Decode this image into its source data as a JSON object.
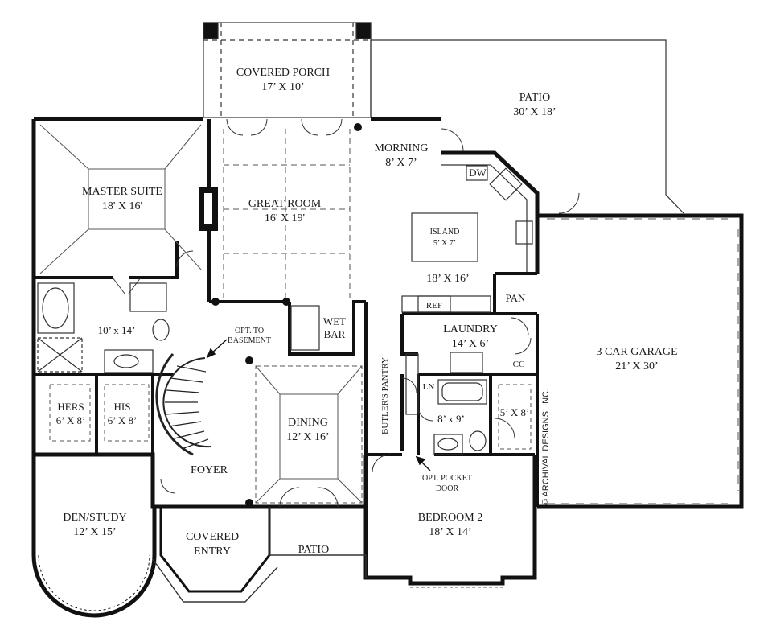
{
  "rooms": {
    "covered_porch": {
      "name": "COVERED PORCH",
      "size": "17’ X 10’"
    },
    "patio_rear": {
      "name": "PATIO",
      "size": "30’ X 18’"
    },
    "master_suite": {
      "name": "MASTER SUITE",
      "size": "18' X 16'"
    },
    "great_room": {
      "name": "GREAT ROOM",
      "size": "16' X 19'"
    },
    "morning": {
      "name": "MORNING",
      "size": "8’ X 7’"
    },
    "dw": {
      "name": "DW"
    },
    "island": {
      "name": "ISLAND",
      "size": "5’ X 7’"
    },
    "kitchen": {
      "size": "18’ X 16’"
    },
    "ref": {
      "name": "REF"
    },
    "pan": {
      "name": "PAN"
    },
    "master_bath": {
      "size": "10’ x 14’"
    },
    "opt_basement": {
      "line1": "OPT. TO",
      "line2": "BASEMENT"
    },
    "wet_bar": {
      "line1": "WET",
      "line2": "BAR"
    },
    "laundry": {
      "name": "LAUNDRY",
      "size": "14’ X 6’"
    },
    "cc": {
      "name": "CC"
    },
    "garage": {
      "name": "3 CAR GARAGE",
      "size": "21’ X 30’"
    },
    "butlers_pantry": {
      "name": "BUTLER'S PANTRY"
    },
    "ln": {
      "name": "LN"
    },
    "hers": {
      "name": "HERS",
      "size": "6’ X 8’"
    },
    "his": {
      "name": "HIS",
      "size": "6’ X 8’"
    },
    "dining": {
      "name": "DINING",
      "size": "12’ X 16’"
    },
    "bath2": {
      "size": "8’ x 9’"
    },
    "closet2": {
      "size": "5’ X 8’"
    },
    "opt_pocket_door": {
      "line1": "OPT. POCKET",
      "line2": "DOOR"
    },
    "foyer": {
      "name": "FOYER"
    },
    "den": {
      "name": "DEN/STUDY",
      "size": "12’ X 15’"
    },
    "bedroom2": {
      "name": "BEDROOM 2",
      "size": "18’ X 14’"
    },
    "covered_entry": {
      "line1": "COVERED",
      "line2": "ENTRY"
    },
    "patio_front": {
      "name": "PATIO"
    }
  },
  "credit": "© ARCHIVAL DESIGNS, INC.",
  "colors": {
    "wall": "#111111",
    "line": "#333333",
    "hatch": "#777777",
    "background": "#ffffff"
  }
}
